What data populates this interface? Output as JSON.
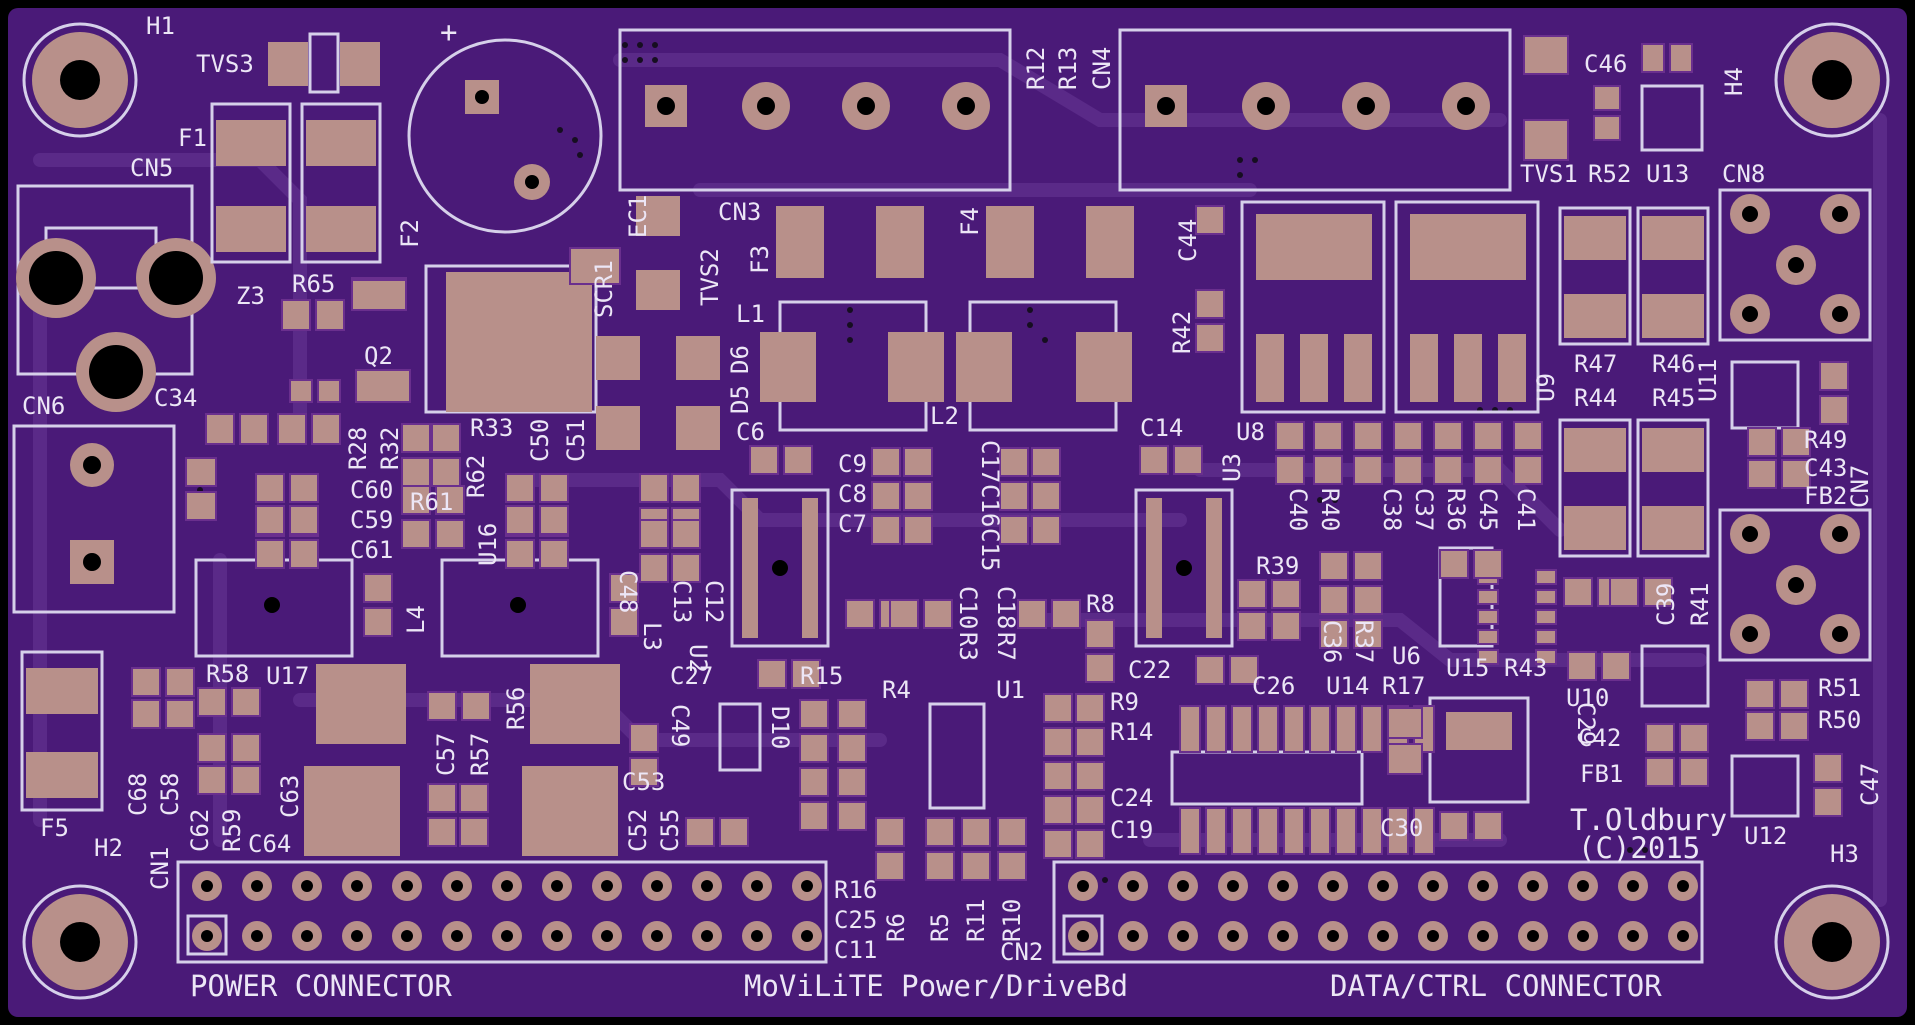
{
  "board": {
    "author_line1": "T.Oldbury",
    "author_line2": "(C)2015",
    "title": "MoViLiTE Power/DriveBd",
    "power_connector_label": "POWER CONNECTOR",
    "data_connector_label": "DATA/CTRL CONNECTOR"
  },
  "colors": {
    "board_purple": "#4a1a78",
    "copper_pad": "#b8908a",
    "silkscreen": "#d6d0ea",
    "outline_black": "#000000"
  },
  "refs": {
    "h1": "H1",
    "h2": "H2",
    "h3": "H3",
    "h4": "H4",
    "tvs3": "TVS3",
    "f1": "F1",
    "f2": "F2",
    "cn5": "CN5",
    "z3": "Z3",
    "r65": "R65",
    "q2": "Q2",
    "cn6": "CN6",
    "c34": "C34",
    "r28": "R28",
    "r32": "R32",
    "r33": "R33",
    "c50": "C50",
    "c51": "C51",
    "r62": "R62",
    "r61": "R61",
    "c60": "C60",
    "c59": "C59",
    "c61": "C61",
    "u16": "U16",
    "u17": "U17",
    "r58": "R58",
    "l4": "L4",
    "c68": "C68",
    "c58": "C58",
    "c62": "C62",
    "r59": "R59",
    "c63": "C63",
    "c64": "C64",
    "f5": "F5",
    "cn1": "CN1",
    "c57": "C57",
    "r57": "R57",
    "r56": "R56",
    "c53": "C53",
    "c52": "C52",
    "c55": "C55",
    "c48": "C48",
    "l3": "L3",
    "c13": "C13",
    "c12": "C12",
    "u2": "U2",
    "c27": "C27",
    "c49": "C49",
    "d10": "D10",
    "scr1": "SCR1",
    "ec1": "EC1",
    "tvs2": "TVS2",
    "cn3": "CN3",
    "f3": "F3",
    "l1": "L1",
    "d6": "D6",
    "d5": "D5",
    "c6": "C6",
    "r12": "R12",
    "r13": "R13",
    "cn4": "CN4",
    "f4": "F4",
    "l2": "L2",
    "c9": "C9",
    "c8": "C8",
    "c7": "C7",
    "c17": "C17",
    "c16": "C16",
    "c15": "C15",
    "c10": "C10",
    "r3": "R3",
    "c18": "C18",
    "r7": "R7",
    "r8": "R8",
    "r15": "R15",
    "r4": "R4",
    "u1": "U1",
    "r9": "R9",
    "r14": "R14",
    "c24": "C24",
    "c19": "C19",
    "r16": "R16",
    "c25": "C25",
    "c11": "C11",
    "r6": "R6",
    "r5": "R5",
    "r11": "R11",
    "r10": "R10",
    "cn2": "CN2",
    "c14": "C14",
    "u3": "U3",
    "c22": "C22",
    "c26": "C26",
    "r39": "R39",
    "c44": "C44",
    "r42": "R42",
    "u8": "U8",
    "c40": "C40",
    "r40": "R40",
    "c38": "C38",
    "c37": "C37",
    "r36": "R36",
    "c45": "C45",
    "c41": "C41",
    "c36": "C36",
    "r37": "R37",
    "u6": "U6",
    "u14": "U14",
    "r17": "R17",
    "u15": "U15",
    "r43": "R43",
    "c29": "C29",
    "c30": "C30",
    "c46": "C46",
    "tvs1": "TVS1",
    "r52": "R52",
    "u13": "U13",
    "cn8": "CN8",
    "r47": "R47",
    "r46": "R46",
    "u9": "U9",
    "r44": "R44",
    "r45": "R45",
    "u11": "U11",
    "r49": "R49",
    "c43": "C43",
    "fb2": "FB2",
    "cn7": "CN7",
    "c39": "C39",
    "r41": "R41",
    "u10": "U10",
    "c42": "C42",
    "fb1": "FB1",
    "r51": "R51",
    "r50": "R50",
    "c47": "C47",
    "u12": "U12"
  }
}
